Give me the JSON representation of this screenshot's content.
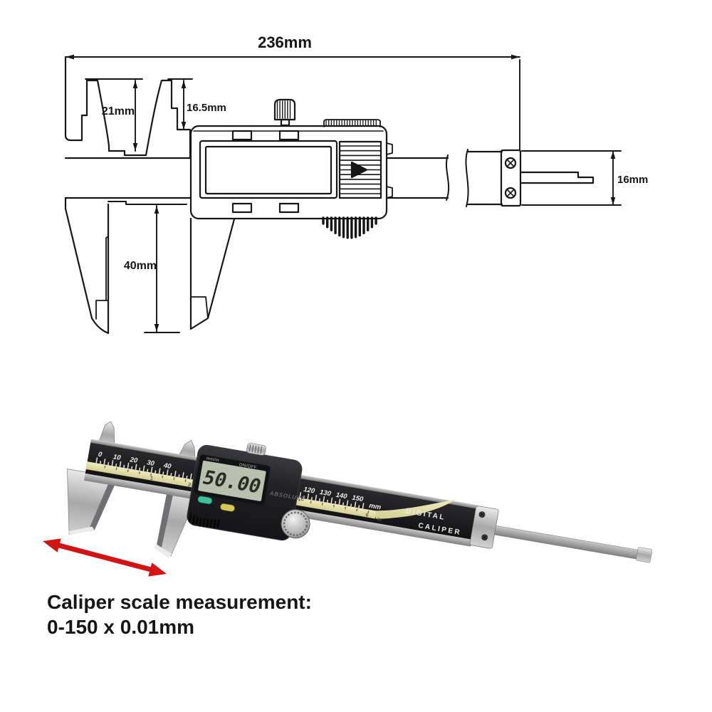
{
  "colors": {
    "ink": "#161616",
    "red_arrow": "#d21414",
    "beam_black": "#1c1c1e",
    "cream_stripe": "#e2dda8",
    "silver": "#c2c2c2",
    "lcd_panel": "#b9c0ae",
    "green_button": "#3ec29e",
    "yellow_button": "#d5c95a"
  },
  "diagram": {
    "dim_overall": "236mm",
    "dim_upper_jaw_left": "21mm",
    "dim_upper_jaw_right": "16.5mm",
    "dim_lower_jaw": "40mm",
    "dim_beam_height": "16mm"
  },
  "photo": {
    "lcd_value": "50.00",
    "label_mm_in": "mm/in",
    "label_on_off": "ON/OFF",
    "label_absolute": "ABSOLUTE",
    "brand_line1": "DIGITAL",
    "brand_line2": "CALIPER",
    "unit_mm": "mm",
    "unit_in": "in",
    "scale_left": [
      "0",
      "10",
      "20",
      "30",
      "40"
    ],
    "scale_right": [
      "120",
      "130",
      "140",
      "150"
    ],
    "inch_left": [
      "1",
      "2"
    ],
    "inch_right": [
      "6"
    ]
  },
  "caption": {
    "line1": "Caliper scale measurement:",
    "line2": "0-150 x 0.01mm"
  }
}
